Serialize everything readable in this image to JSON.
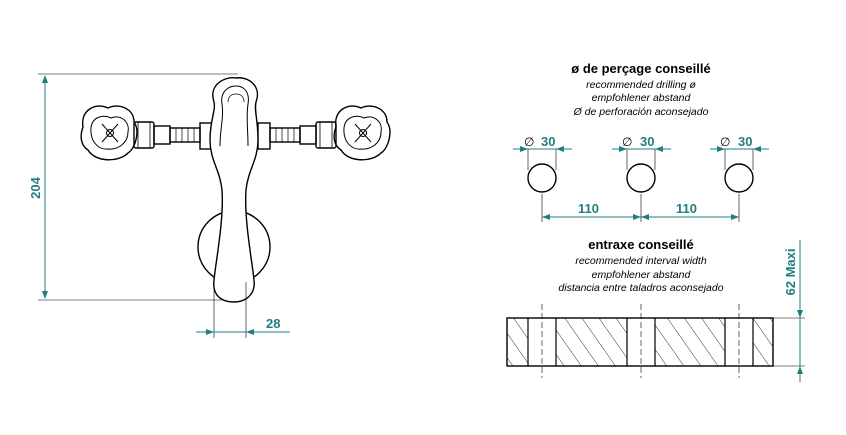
{
  "colors": {
    "dimension": "#1f7f7f",
    "outline": "#000000",
    "background": "#ffffff"
  },
  "faucet": {
    "height_dim": "204",
    "offset_dim": "28"
  },
  "drilling": {
    "title": "ø de perçage conseillé",
    "subtitles": [
      "recommended drilling ø",
      "empfohlener abstand",
      "Ø de perforación aconsejado"
    ],
    "diameter_symbol": "∅",
    "diameters": [
      "30",
      "30",
      "30"
    ],
    "spacings": [
      "110",
      "110"
    ]
  },
  "interval": {
    "title": "entraxe conseillé",
    "subtitles": [
      "recommended interval width",
      "empfohlener abstand",
      "distancia entre taladros aconsejado"
    ],
    "max_thickness": "62 Maxi"
  }
}
